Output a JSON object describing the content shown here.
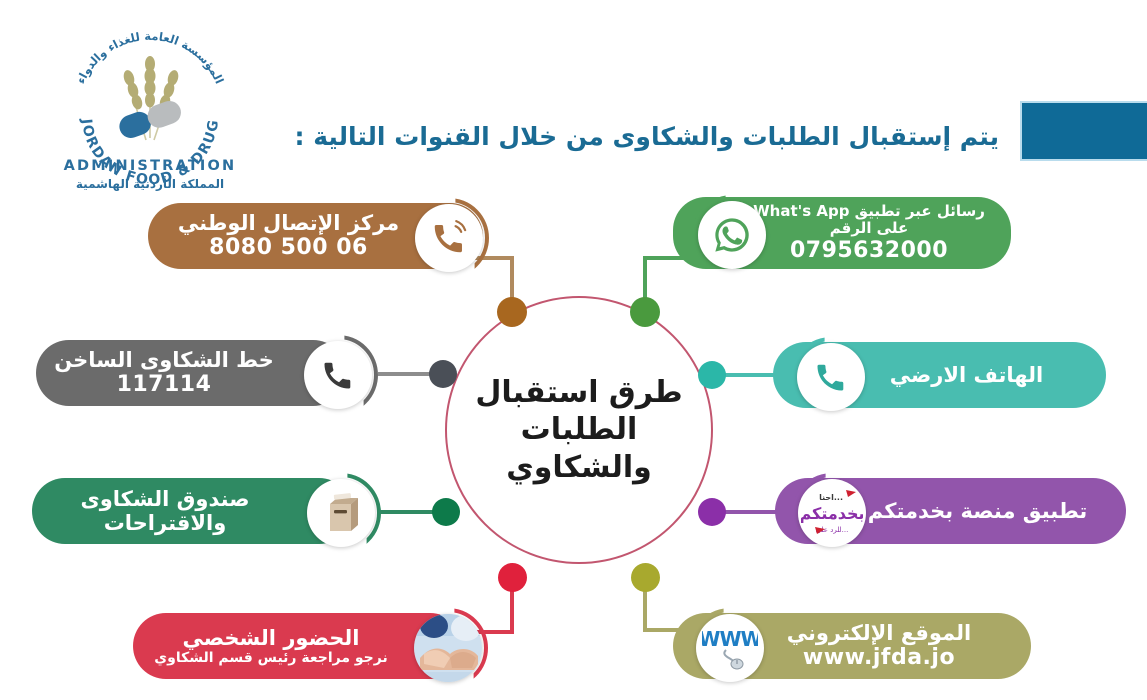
{
  "header": {
    "title": "يتم إستقبال الطلبات والشكاوى من خلال القنوات التالية :",
    "accent_color": "#0f6a97"
  },
  "logo": {
    "arabic_top": "المؤسسة العامة للغذاء والدواء",
    "english_arc": "JORDAN FOOD & DRUG",
    "english_sub": "ADMINISTRATION",
    "arabic_sub": "المملكة الأردنية الهاشمية"
  },
  "hub": {
    "title": "طرق استقبال الطلبات والشكاوي",
    "ring_color": "#c2566f"
  },
  "channels": [
    {
      "id": "national-call-center",
      "side": "left",
      "name": "مركز الإتصال الوطني",
      "value": "06 500 8080",
      "color": "#a87040",
      "dot_color": "#a8671f",
      "icon": "phone-ringing-icon"
    },
    {
      "id": "whatsapp",
      "side": "right",
      "name": "رسائل عبر تطبيق What's App",
      "name2": "على الرقم",
      "value": "0795632000",
      "color": "#4fa35a",
      "dot_color": "#4a9a3e",
      "icon": "whatsapp-icon"
    },
    {
      "id": "complaints-hotline",
      "side": "left",
      "name": "خط الشكاوى الساخن",
      "value": "117114",
      "color": "#6b6b6b",
      "dot_color": "#4a4f57",
      "icon": "phone-handset-icon"
    },
    {
      "id": "landline",
      "side": "right",
      "name": "الهاتف الارضي",
      "value": "",
      "color": "#49bdb0",
      "dot_color": "#2bb7a8",
      "icon": "phone-handset-icon"
    },
    {
      "id": "suggestion-box",
      "side": "left",
      "name": "صندوق الشكاوى",
      "name2": "والاقتراحات",
      "value": "",
      "color": "#2f8a63",
      "dot_color": "#0d7a4a",
      "icon": "suggestion-box-icon"
    },
    {
      "id": "bekhidmatkom-app",
      "side": "right",
      "name": "تطبيق منصة بخدمتكم",
      "value": "",
      "color": "#9255ab",
      "dot_color": "#8b2fa8",
      "icon": "bekhidmatkom-logo-icon"
    },
    {
      "id": "in-person-visit",
      "side": "left",
      "name": "الحضور الشخصي",
      "name2": "نرجو مراجعة رئيس قسم الشكاوي",
      "value": "",
      "color": "#da3a4f",
      "dot_color": "#e0213c",
      "icon": "handshake-photo-icon"
    },
    {
      "id": "website",
      "side": "right",
      "name": "الموقع الإلكتروني",
      "value": "www.jfda.jo",
      "color": "#aaa866",
      "dot_color": "#a8a92e",
      "icon": "www-icon"
    }
  ]
}
